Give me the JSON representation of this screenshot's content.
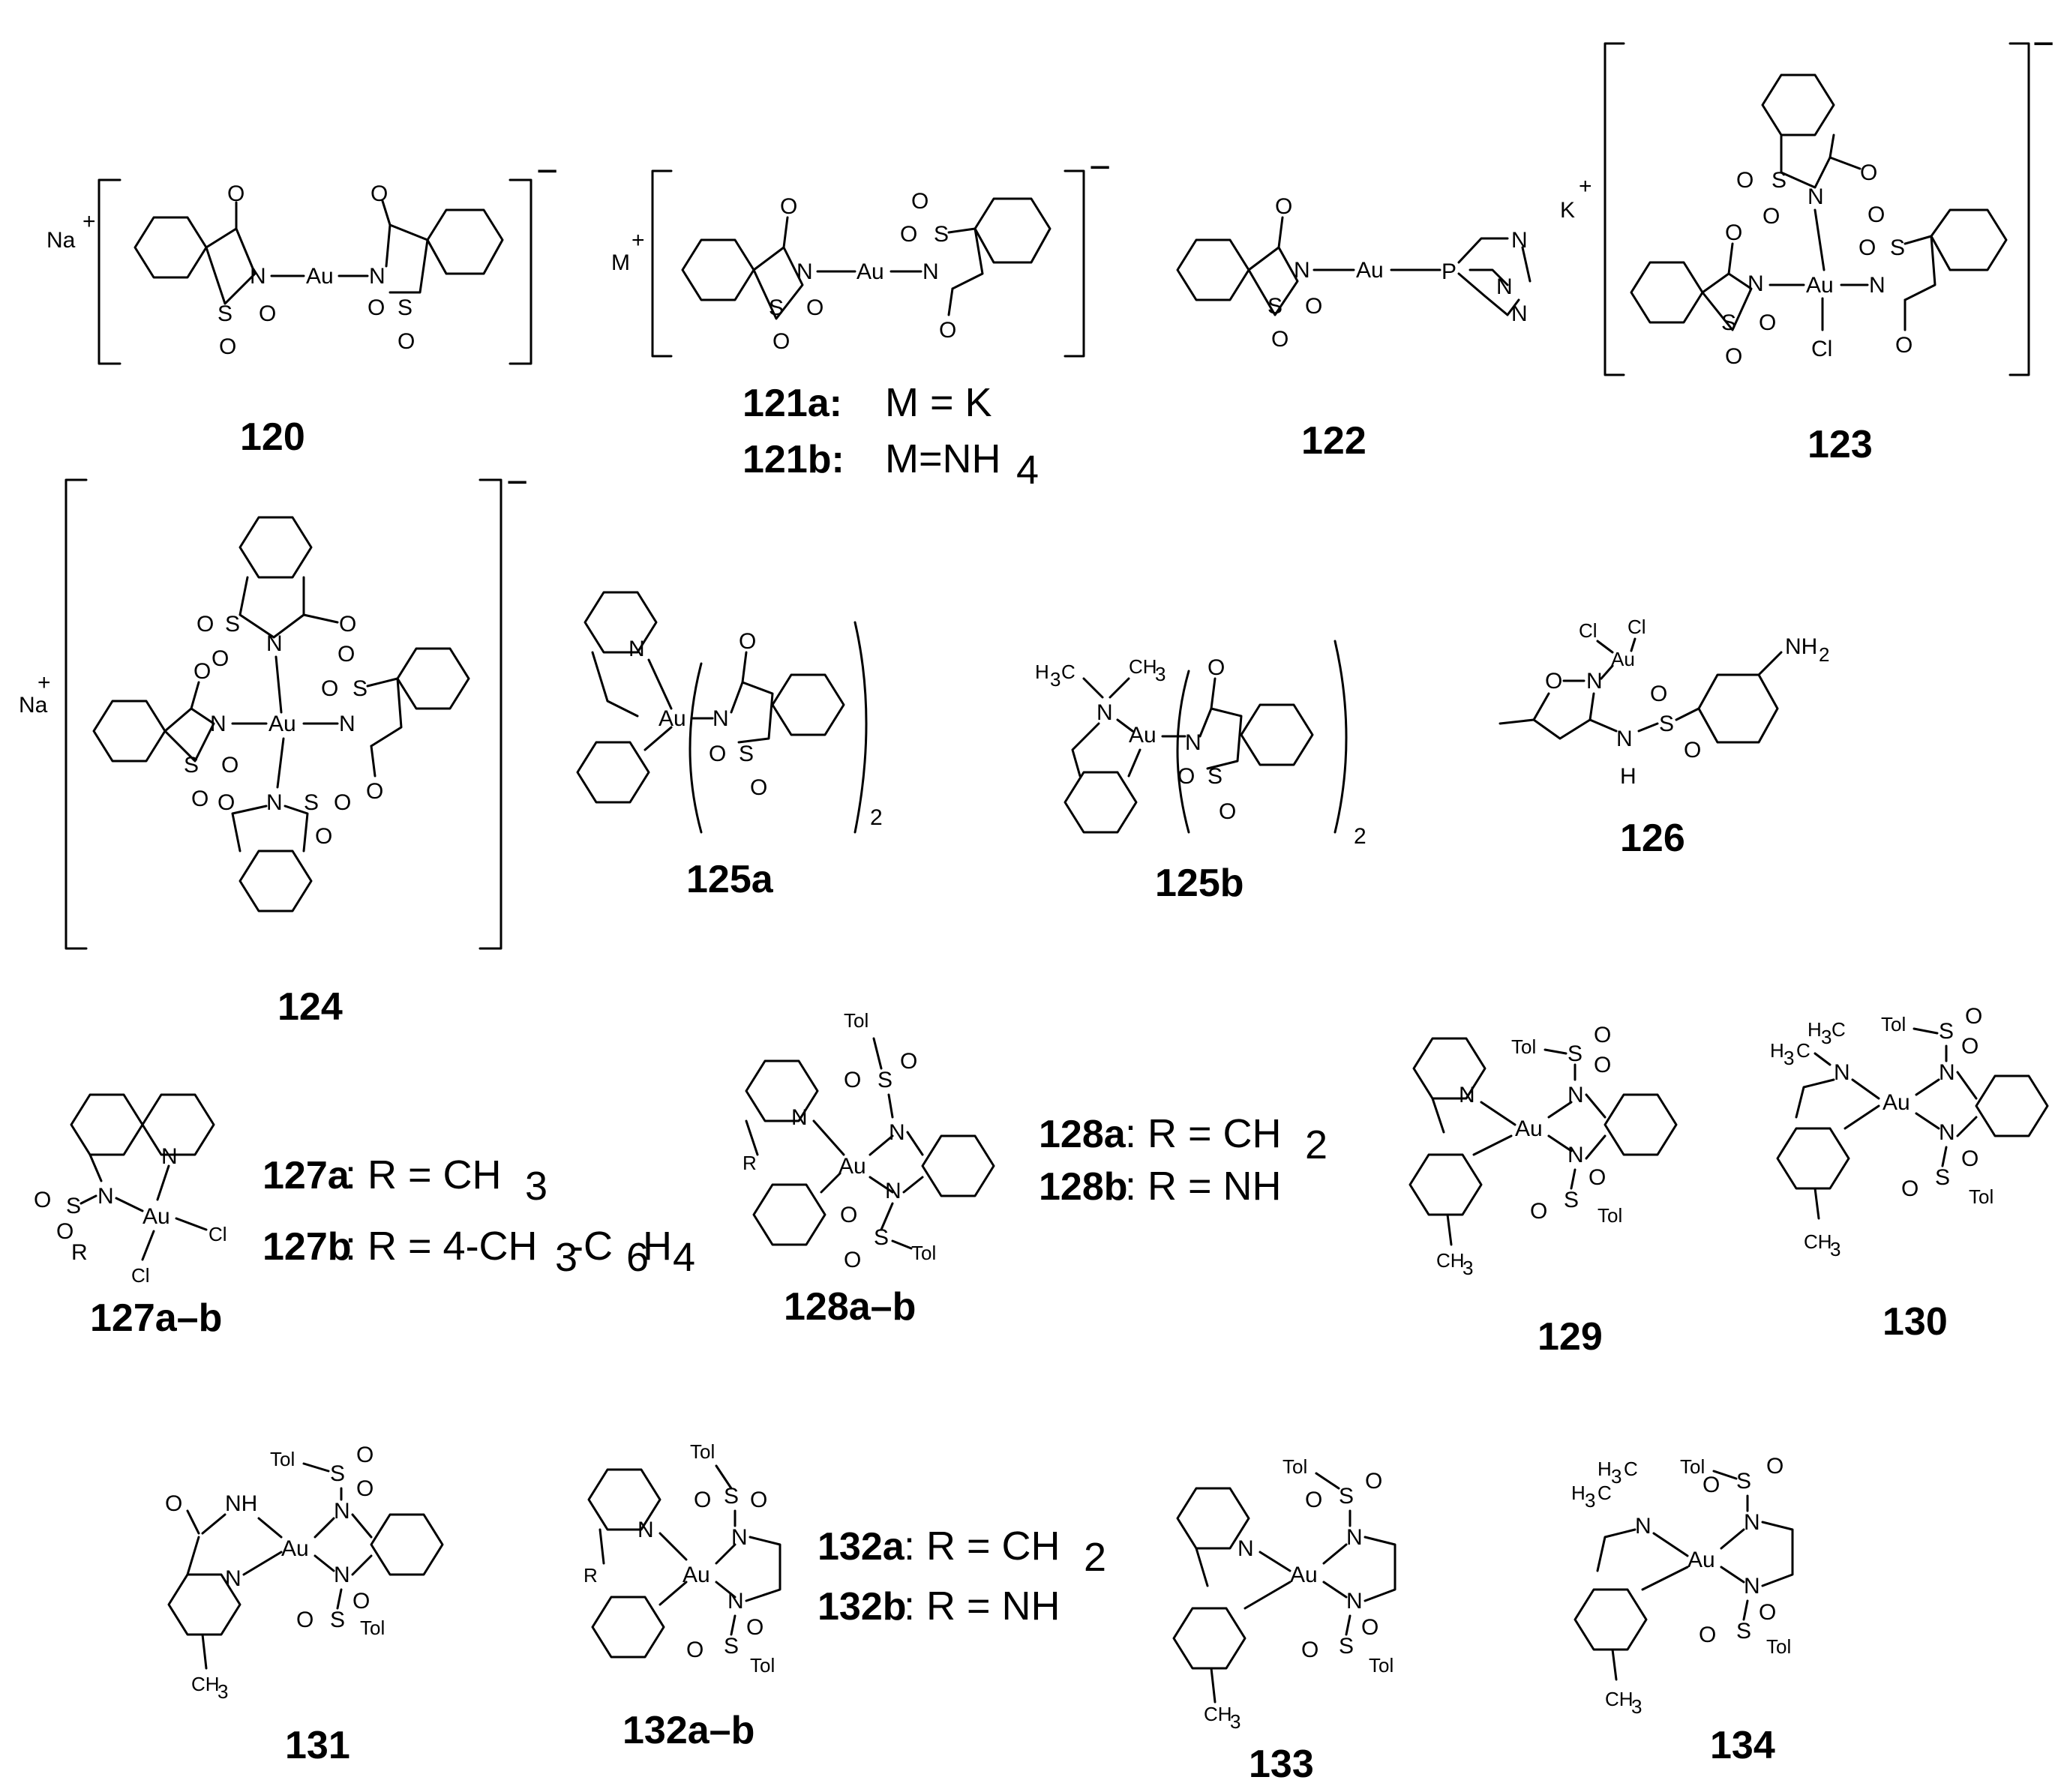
{
  "compounds": [
    {
      "id": "120",
      "label": "120"
    },
    {
      "id": "121",
      "label": "121a: M = K | 121b: M=NH4"
    },
    {
      "id": "122",
      "label": "122"
    },
    {
      "id": "123",
      "label": "123"
    },
    {
      "id": "124",
      "label": "124"
    },
    {
      "id": "125a",
      "label": "125a"
    },
    {
      "id": "125b",
      "label": "125b"
    },
    {
      "id": "126",
      "label": "126"
    },
    {
      "id": "127",
      "label": "127a–b"
    },
    {
      "id": "128",
      "label": "128a–b"
    },
    {
      "id": "129",
      "label": "129"
    },
    {
      "id": "130",
      "label": "130"
    },
    {
      "id": "131",
      "label": "131"
    },
    {
      "id": "132",
      "label": "132a–b"
    },
    {
      "id": "133",
      "label": "133"
    },
    {
      "id": "134",
      "label": "134"
    }
  ],
  "labels": {
    "c120": "120",
    "c121a": "121a:",
    "c121a_def": "M = K",
    "c121b": "121b:",
    "c121b_def": "M=NH",
    "c121b_sub": "4",
    "c122": "122",
    "c123": "123",
    "c124": "124",
    "c125a": "125a",
    "c125b": "125b",
    "c126": "126",
    "c127a": "127a",
    "c127a_def": ": R = CH",
    "c127a_sub": "3",
    "c127b": "127b",
    "c127b_def1": ": R = 4-CH",
    "c127b_sub1": "3",
    "c127b_def2": "-C",
    "c127b_sub2": "6",
    "c127b_def3": "H",
    "c127b_sub3": "4",
    "c127ab": "127a–b",
    "c128a": "128a",
    "c128a_def": ": R = CH",
    "c128a_sub": "2",
    "c128b": "128b",
    "c128b_def": ": R = NH",
    "c128ab": "128a–b",
    "c129": "129",
    "c130": "130",
    "c131": "131",
    "c132a": "132a",
    "c132a_def": ": R = CH",
    "c132a_sub": "2",
    "c132b": "132b",
    "c132b_def": ": R = NH",
    "c132ab": "132a–b",
    "c133": "133",
    "c134": "134"
  },
  "atoms": {
    "Na": "Na",
    "K": "K",
    "M": "M",
    "plus": "+",
    "minus": "−",
    "Au": "Au",
    "N": "N",
    "S": "S",
    "O": "O",
    "P": "P",
    "Cl": "Cl",
    "H": "H",
    "NH": "NH",
    "NH2": "NH",
    "two": "2",
    "three": "3",
    "Tol": "Tol",
    "R": "R",
    "H3C": "H",
    "CH3": "CH",
    "C": "C"
  }
}
